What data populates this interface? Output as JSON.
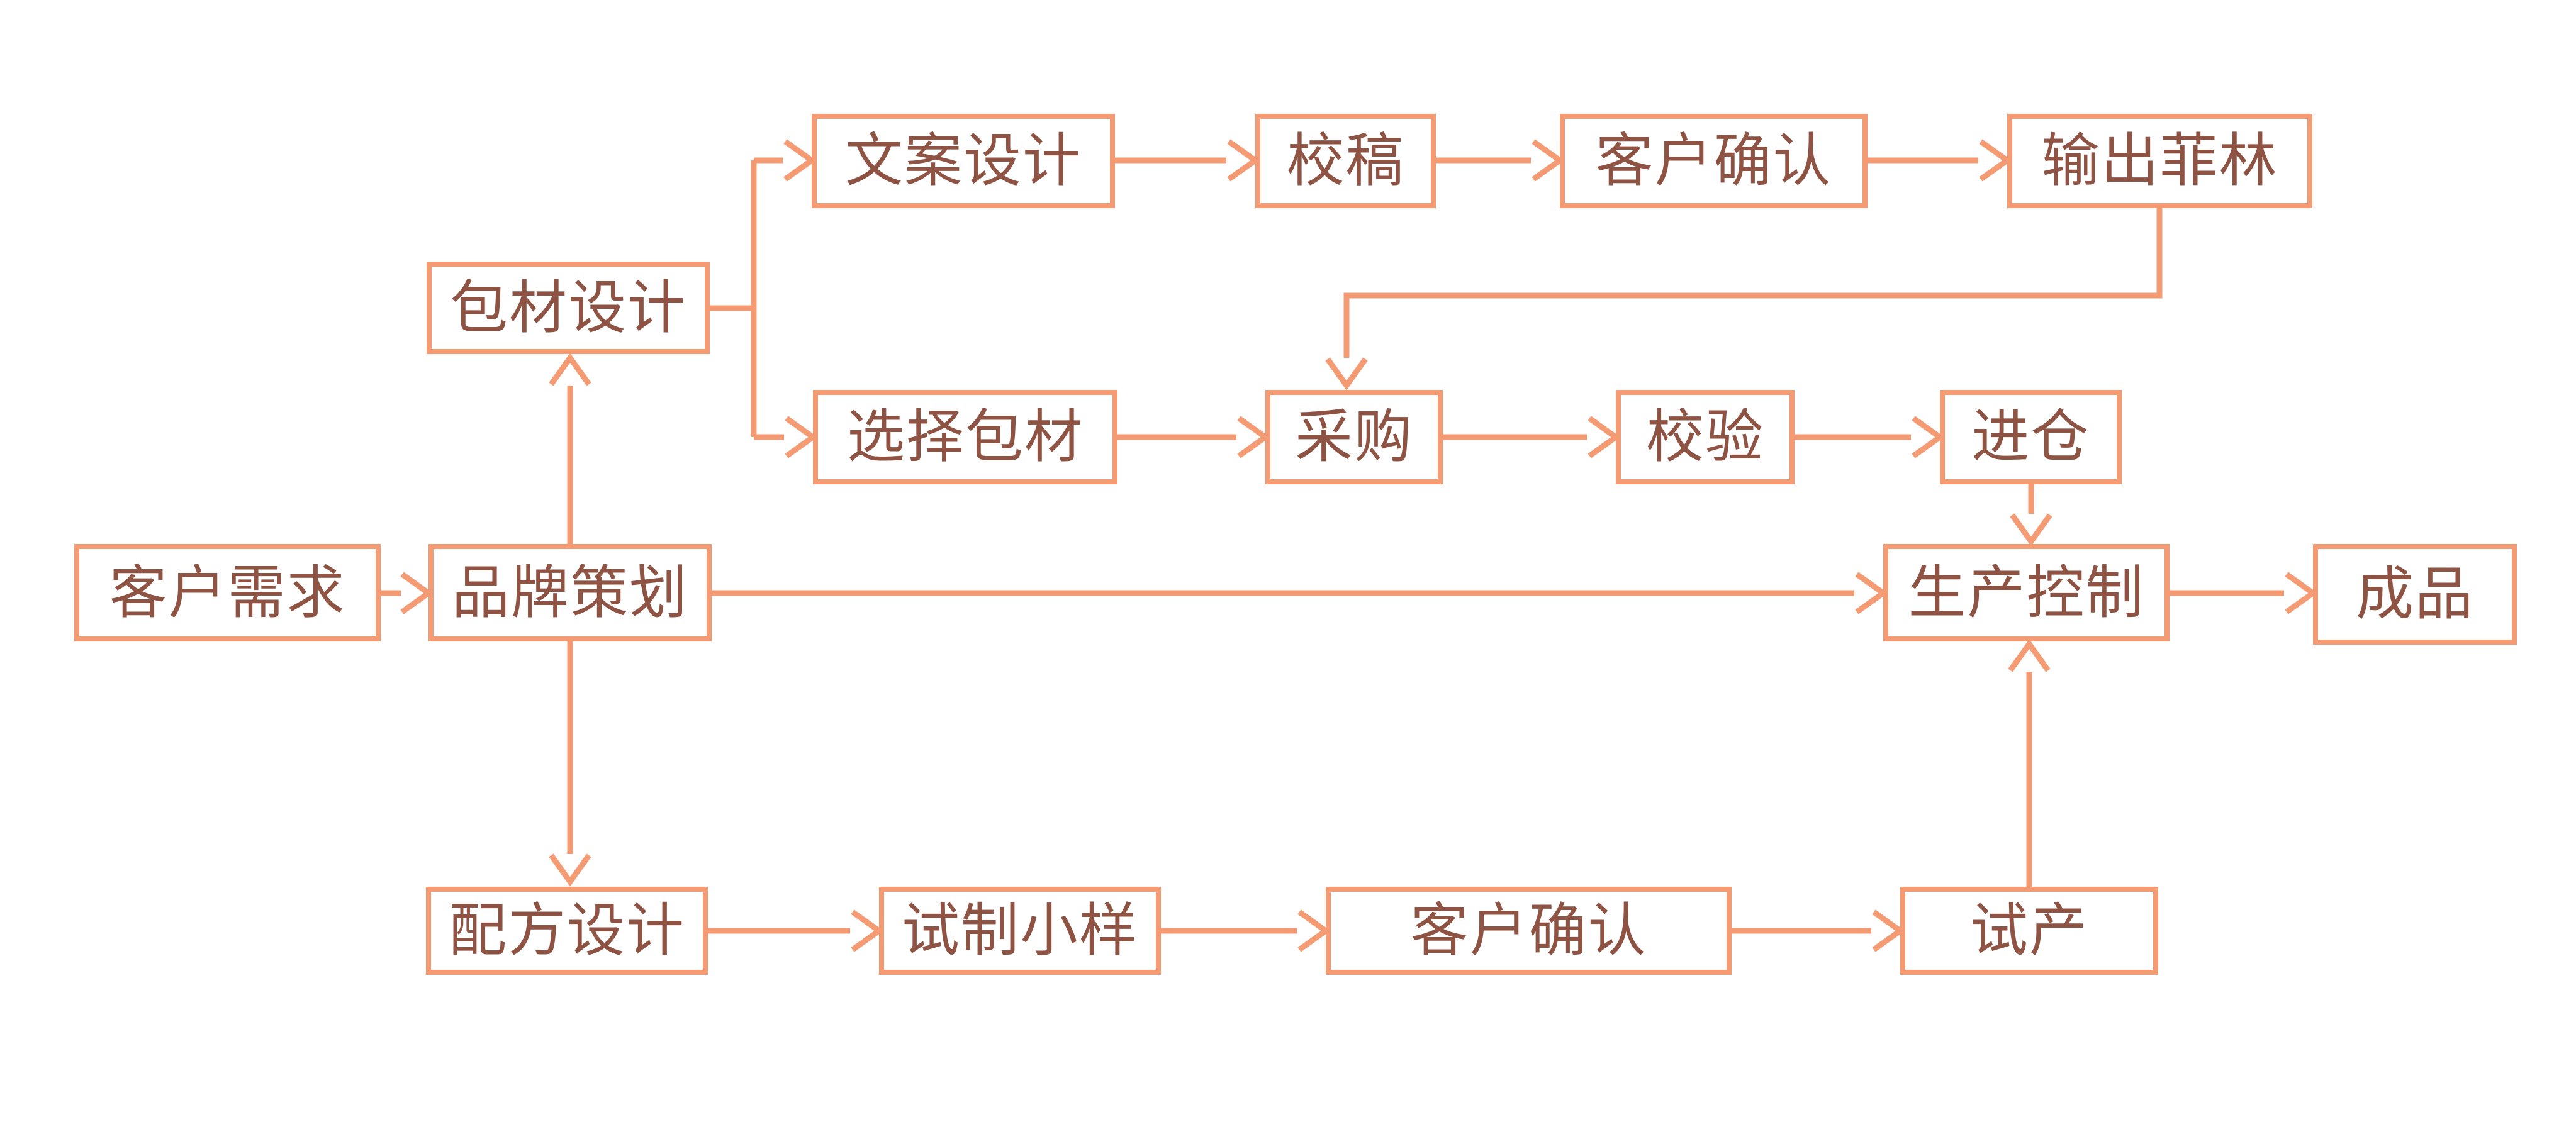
{
  "diagram": {
    "type": "flowchart",
    "background_color": "#FFFFFF",
    "accent_color": "#F49B74",
    "text_color": "#8F5343",
    "nodes": {
      "customer_needs": {
        "label": "客户需求"
      },
      "brand_planning": {
        "label": "品牌策划"
      },
      "packaging_design": {
        "label": "包材设计"
      },
      "copy_design": {
        "label": "文案设计"
      },
      "proofreading": {
        "label": "校稿"
      },
      "client_confirm_artwork": {
        "label": "客户确认"
      },
      "output_film": {
        "label": "输出菲林"
      },
      "select_packaging": {
        "label": "选择包材"
      },
      "purchasing": {
        "label": "采购"
      },
      "inspection": {
        "label": "校验"
      },
      "warehousing": {
        "label": "进仓"
      },
      "production_control": {
        "label": "生产控制"
      },
      "finished_product": {
        "label": "成品"
      },
      "formula_design": {
        "label": "配方设计"
      },
      "trial_sample": {
        "label": "试制小样"
      },
      "client_confirm_sample": {
        "label": "客户确认"
      },
      "trial_production": {
        "label": "试产"
      }
    },
    "edges": [
      {
        "from": "customer_needs",
        "to": "brand_planning"
      },
      {
        "from": "brand_planning",
        "to": "packaging_design"
      },
      {
        "from": "brand_planning",
        "to": "formula_design"
      },
      {
        "from": "brand_planning",
        "to": "production_control"
      },
      {
        "from": "packaging_design",
        "to": "copy_design"
      },
      {
        "from": "packaging_design",
        "to": "select_packaging"
      },
      {
        "from": "copy_design",
        "to": "proofreading"
      },
      {
        "from": "proofreading",
        "to": "client_confirm_artwork"
      },
      {
        "from": "client_confirm_artwork",
        "to": "output_film"
      },
      {
        "from": "output_film",
        "to": "purchasing"
      },
      {
        "from": "select_packaging",
        "to": "purchasing"
      },
      {
        "from": "purchasing",
        "to": "inspection"
      },
      {
        "from": "inspection",
        "to": "warehousing"
      },
      {
        "from": "warehousing",
        "to": "production_control"
      },
      {
        "from": "production_control",
        "to": "finished_product"
      },
      {
        "from": "formula_design",
        "to": "trial_sample"
      },
      {
        "from": "trial_sample",
        "to": "client_confirm_sample"
      },
      {
        "from": "client_confirm_sample",
        "to": "trial_production"
      },
      {
        "from": "trial_production",
        "to": "production_control"
      }
    ]
  }
}
